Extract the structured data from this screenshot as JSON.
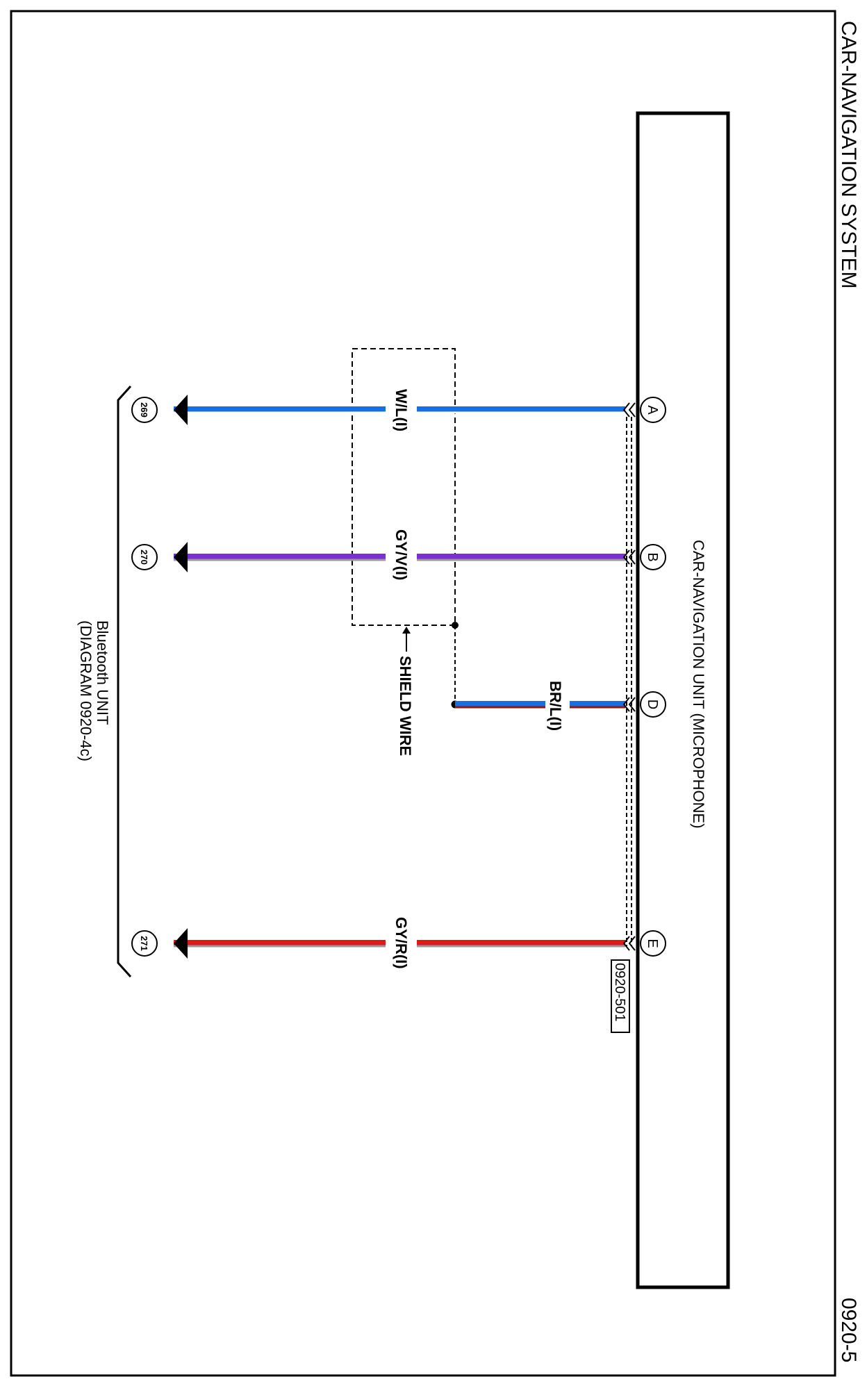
{
  "header": {
    "title": "CAR-NAVIGATION SYSTEM",
    "page_code": "0920-5"
  },
  "main_unit": {
    "label": "CAR-NAVIGATION UNIT (MICROPHONE)",
    "connector_id": "0920-501"
  },
  "remote_unit": {
    "label_line1": "Bluetooth UNIT",
    "label_line2": "(DIAGRAM 0920-4c)"
  },
  "shield": {
    "label": "SHIELD WIRE"
  },
  "wires": [
    {
      "pin": "A",
      "code": "W/L(I)",
      "terminal": "269",
      "color_main": "#1a6fe0",
      "color_stripe": "#ffffff"
    },
    {
      "pin": "B",
      "code": "GY/V(I)",
      "terminal": "270",
      "color_main": "#7a2fd0",
      "color_stripe": "#9a9a9a"
    },
    {
      "pin": "D",
      "code": "BR/L(I)",
      "terminal": "",
      "color_main": "#1a6fe0",
      "color_stripe": "#8b1a1a"
    },
    {
      "pin": "E",
      "code": "GY/R(I)",
      "terminal": "271",
      "color_main": "#e01818",
      "color_stripe": "#9a9a9a"
    }
  ]
}
